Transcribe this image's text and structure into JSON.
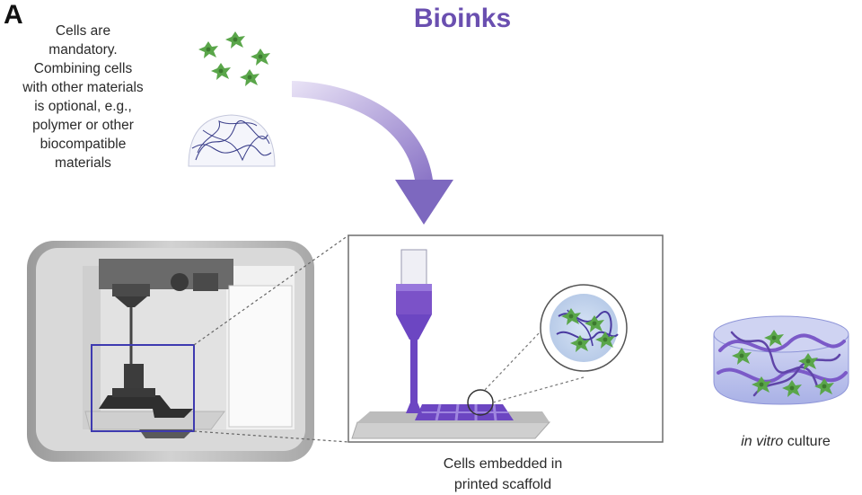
{
  "panel_label": "A",
  "title": "Bioinks",
  "note": {
    "lines": [
      "Cells are",
      "mandatory.",
      "Combining cells",
      "with other materials",
      "is optional, e.g.,",
      "polymer or other",
      "biocompatible",
      "materials"
    ]
  },
  "printed_caption": {
    "lines": [
      "Cells embedded in",
      "printed scaffold"
    ]
  },
  "culture_caption": {
    "italic": "in vitro",
    "rest": " culture"
  },
  "colors": {
    "accent": "#6a4fb0",
    "bioink": "#7b52c8",
    "cell": "#5aa64a",
    "printer_frame": "#b8b8b8",
    "printer_dark": "#4a4a4a"
  },
  "icons": [
    "cells-icon",
    "polymer-mesh-icon",
    "curved-arrow-icon",
    "3d-bioprinter-icon",
    "syringe-nozzle-icon",
    "magnifier-circle-icon",
    "cultured-construct-icon"
  ]
}
